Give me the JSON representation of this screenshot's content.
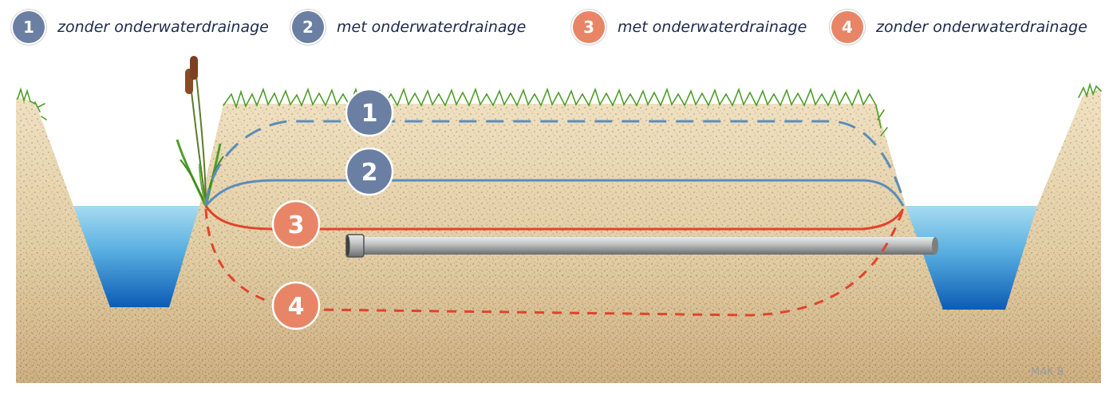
{
  "colors": {
    "blue_badge": "#6b7fa3",
    "salmon_badge": "#e88566",
    "blue_line": "#5b8dba",
    "red_line": "#e2432b",
    "water_top": "#9bd5ee",
    "water_bottom": "#0d62b8",
    "soil_light": "#ecdcbc",
    "soil_dark": "#c9a97a",
    "grass": "#4f9d2a",
    "pipe": "#a8aaab"
  },
  "legend": [
    {
      "number": "1",
      "label": "zonder onderwaterdrainage",
      "color": "#6b7fa3"
    },
    {
      "number": "2",
      "label": "met onderwaterdrainage",
      "color": "#6b7fa3"
    },
    {
      "number": "3",
      "label": "met onderwaterdrainage",
      "color": "#e88566"
    },
    {
      "number": "4",
      "label": "zonder onderwaterdrainage",
      "color": "#e88566"
    }
  ],
  "markers": [
    {
      "number": "1",
      "line_style": "dashed",
      "line_color": "blue"
    },
    {
      "number": "2",
      "line_style": "solid",
      "line_color": "blue"
    },
    {
      "number": "3",
      "line_style": "solid",
      "line_color": "red"
    },
    {
      "number": "4",
      "line_style": "dashed",
      "line_color": "red"
    }
  ],
  "icons": [
    "cattail-icon",
    "drainage-pipe-icon"
  ],
  "signature": "MAK 8"
}
